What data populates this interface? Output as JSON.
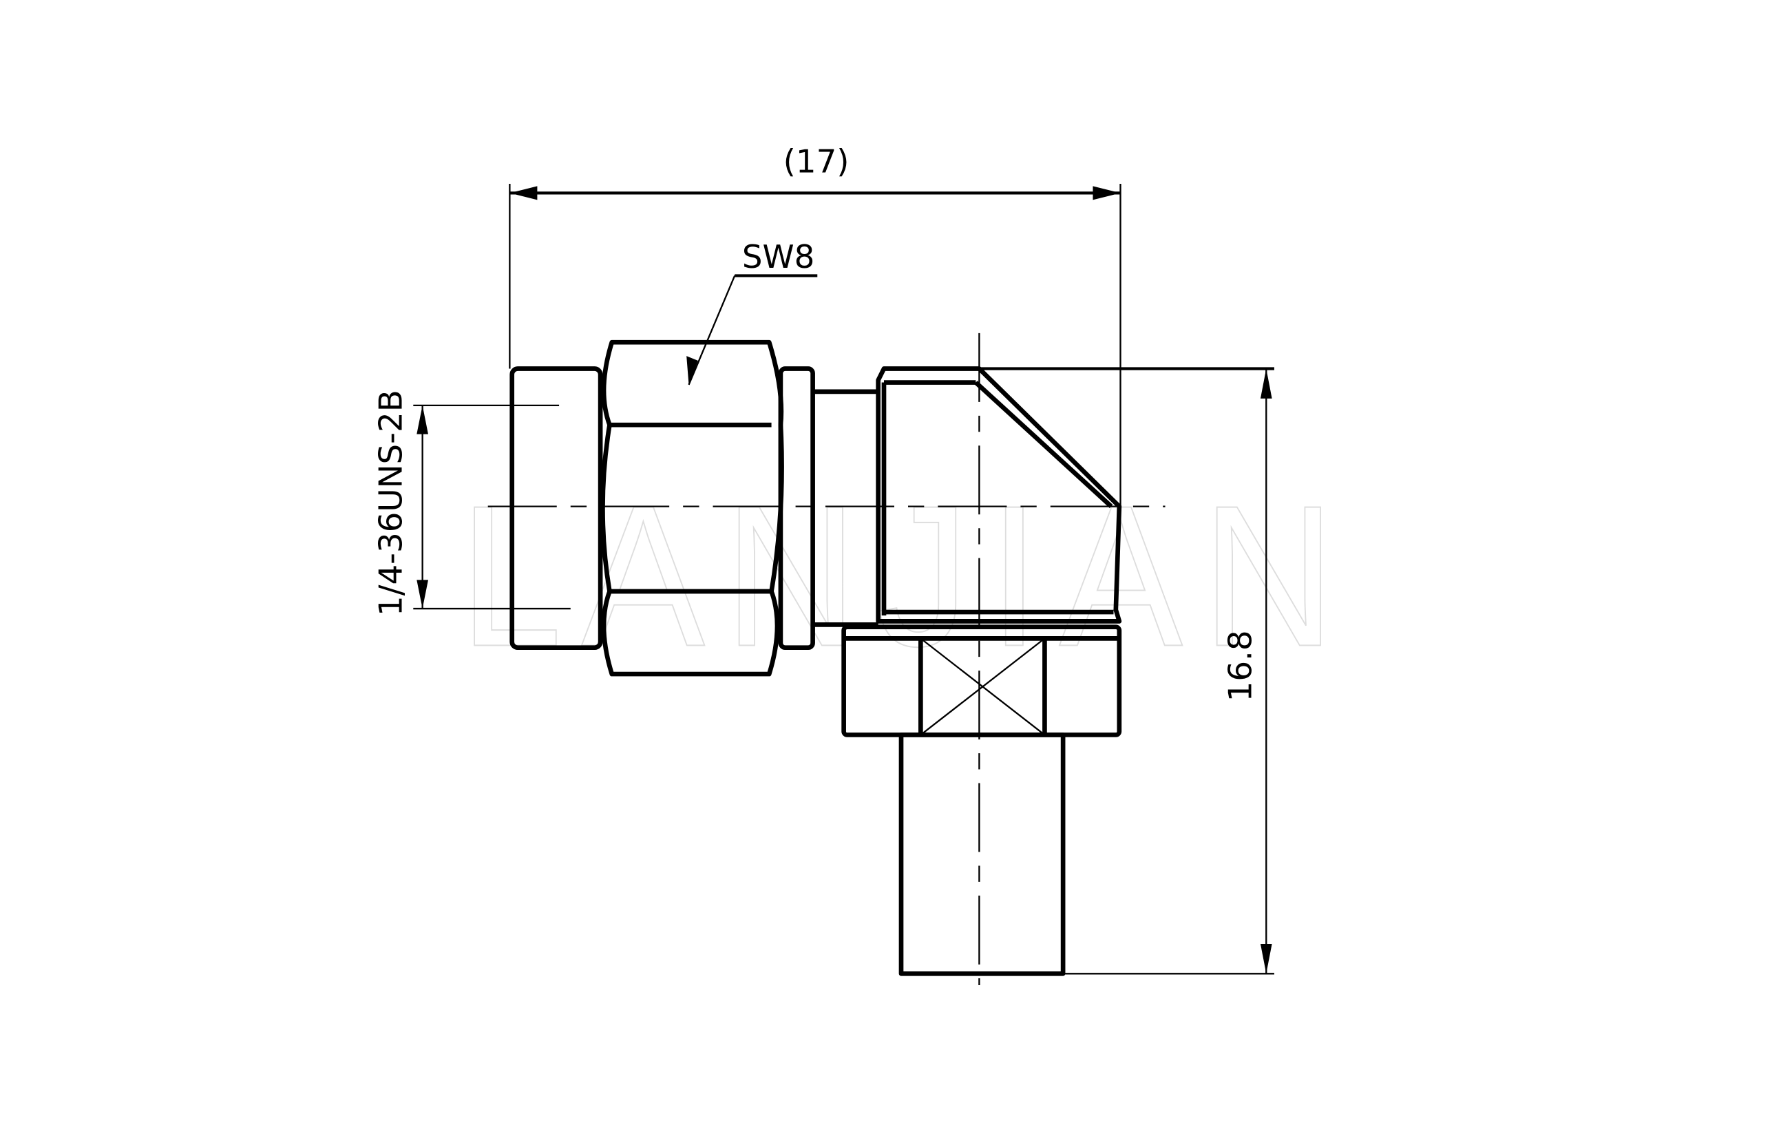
{
  "drawing": {
    "dimensions": {
      "overall_length": "(17)",
      "overall_height": "16.8",
      "thread": "1/4-36UNS-2B",
      "wrench_size": "SW8"
    },
    "watermark": "LANJIAN"
  }
}
